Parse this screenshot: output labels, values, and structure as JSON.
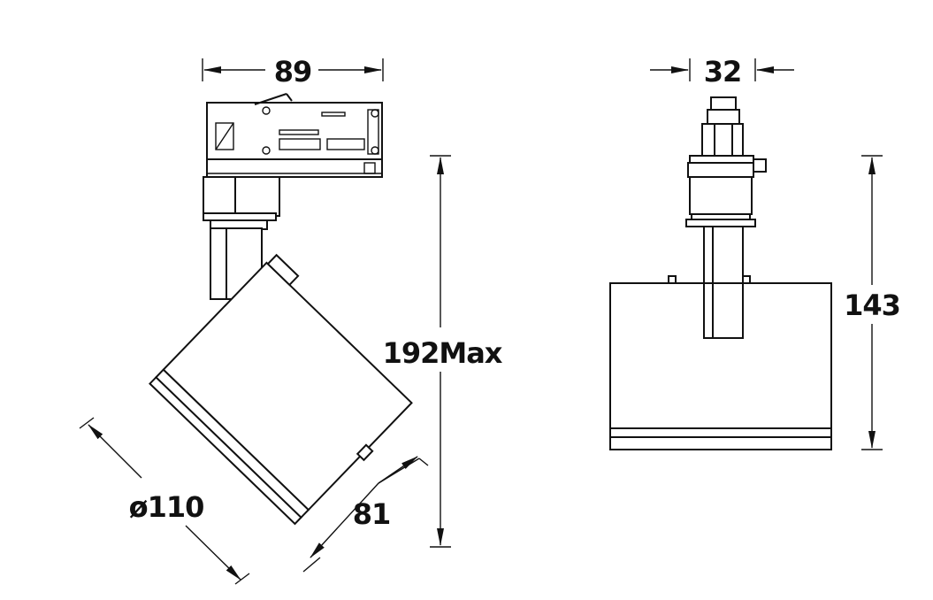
{
  "drawing": {
    "dimensions": {
      "width_front": "89",
      "width_side": "32",
      "height_max": "192Max",
      "diameter": "ø110",
      "head_length": "81",
      "height_side": "143"
    },
    "line_color": "#111111",
    "background": "#ffffff"
  }
}
